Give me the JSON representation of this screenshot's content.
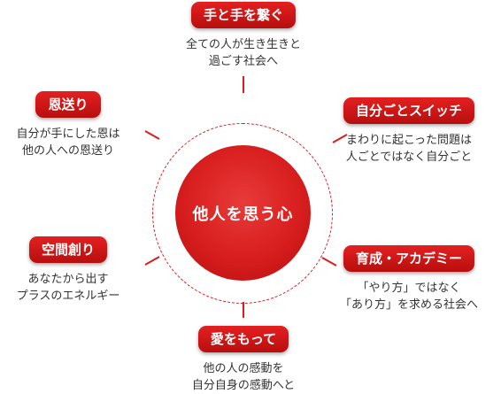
{
  "center": {
    "label": "他人を思う心"
  },
  "nodes": [
    {
      "id": "top",
      "title": "手と手を繋ぐ",
      "lines": [
        "全ての人が生き生きと",
        "過ごす社会へ"
      ]
    },
    {
      "id": "upper-right",
      "title": "自分ごとスイッチ",
      "lines": [
        "まわりに起こった問題は",
        "人ごとではなく自分ごと"
      ]
    },
    {
      "id": "lower-right",
      "title": "育成・アカデミー",
      "lines": [
        "「やり方」ではなく",
        "「あり方」を求める社会へ"
      ]
    },
    {
      "id": "bottom",
      "title": "愛をもって",
      "lines": [
        "他の人の感動を",
        "自分自身の感動へと"
      ]
    },
    {
      "id": "lower-left",
      "title": "空間創り",
      "lines": [
        "あなたから出す",
        "プラスのエネルギー"
      ]
    },
    {
      "id": "upper-left",
      "title": "恩送り",
      "lines": [
        "自分が手にした恩は",
        "他の人への恩送り"
      ]
    }
  ],
  "colors": {
    "accent": "#d81e1e",
    "text": "#333333",
    "background": "#ffffff"
  }
}
